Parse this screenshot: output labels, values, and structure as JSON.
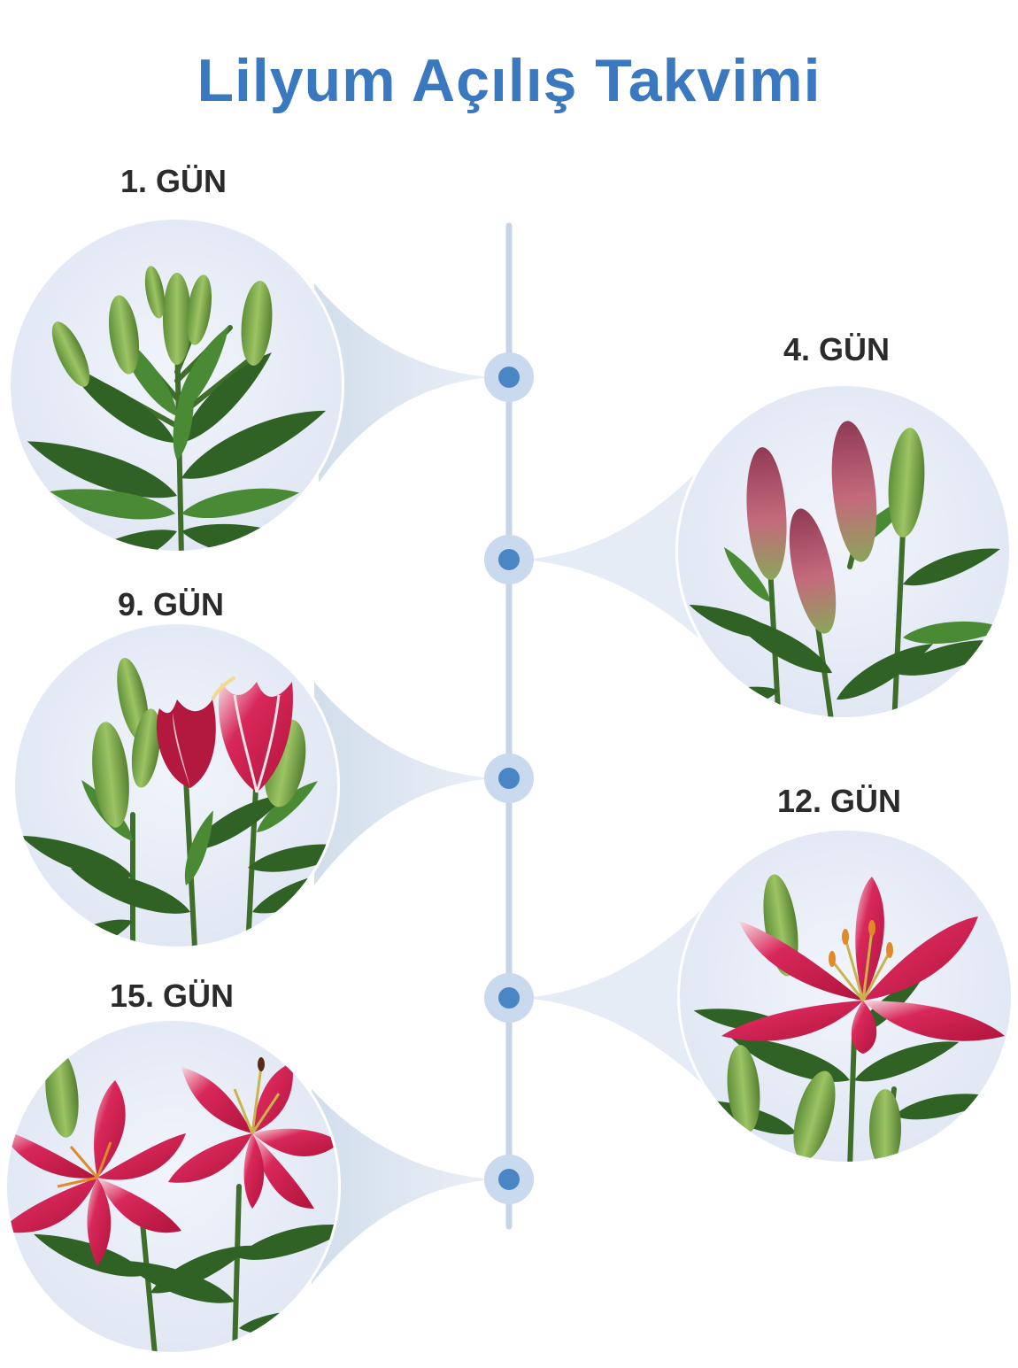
{
  "title": "Lilyum Açılış Takvimi",
  "colors": {
    "title": "#3a78c0",
    "timeline_line": "#c5d4e6",
    "node_dot": "#4b86c4",
    "node_halo": "#c9d9ee",
    "circle_bg": "#e9eef8",
    "leaf_dark": "#2e5e23",
    "leaf_light": "#4a8a34",
    "bud_green": "#7aab48",
    "bud_pink": "#b04a62",
    "petal_red": "#c81e4a",
    "petal_edge": "#f7e4e8",
    "stamen": "#e08a2a"
  },
  "stages": [
    {
      "label": "1. GÜN",
      "stage": "closed green buds"
    },
    {
      "label": "4. GÜN",
      "stage": "pink-tinged buds"
    },
    {
      "label": "9. GÜN",
      "stage": "first flowers opening"
    },
    {
      "label": "12. GÜN",
      "stage": "single open flower"
    },
    {
      "label": "15. GÜN",
      "stage": "multiple open flowers"
    }
  ]
}
